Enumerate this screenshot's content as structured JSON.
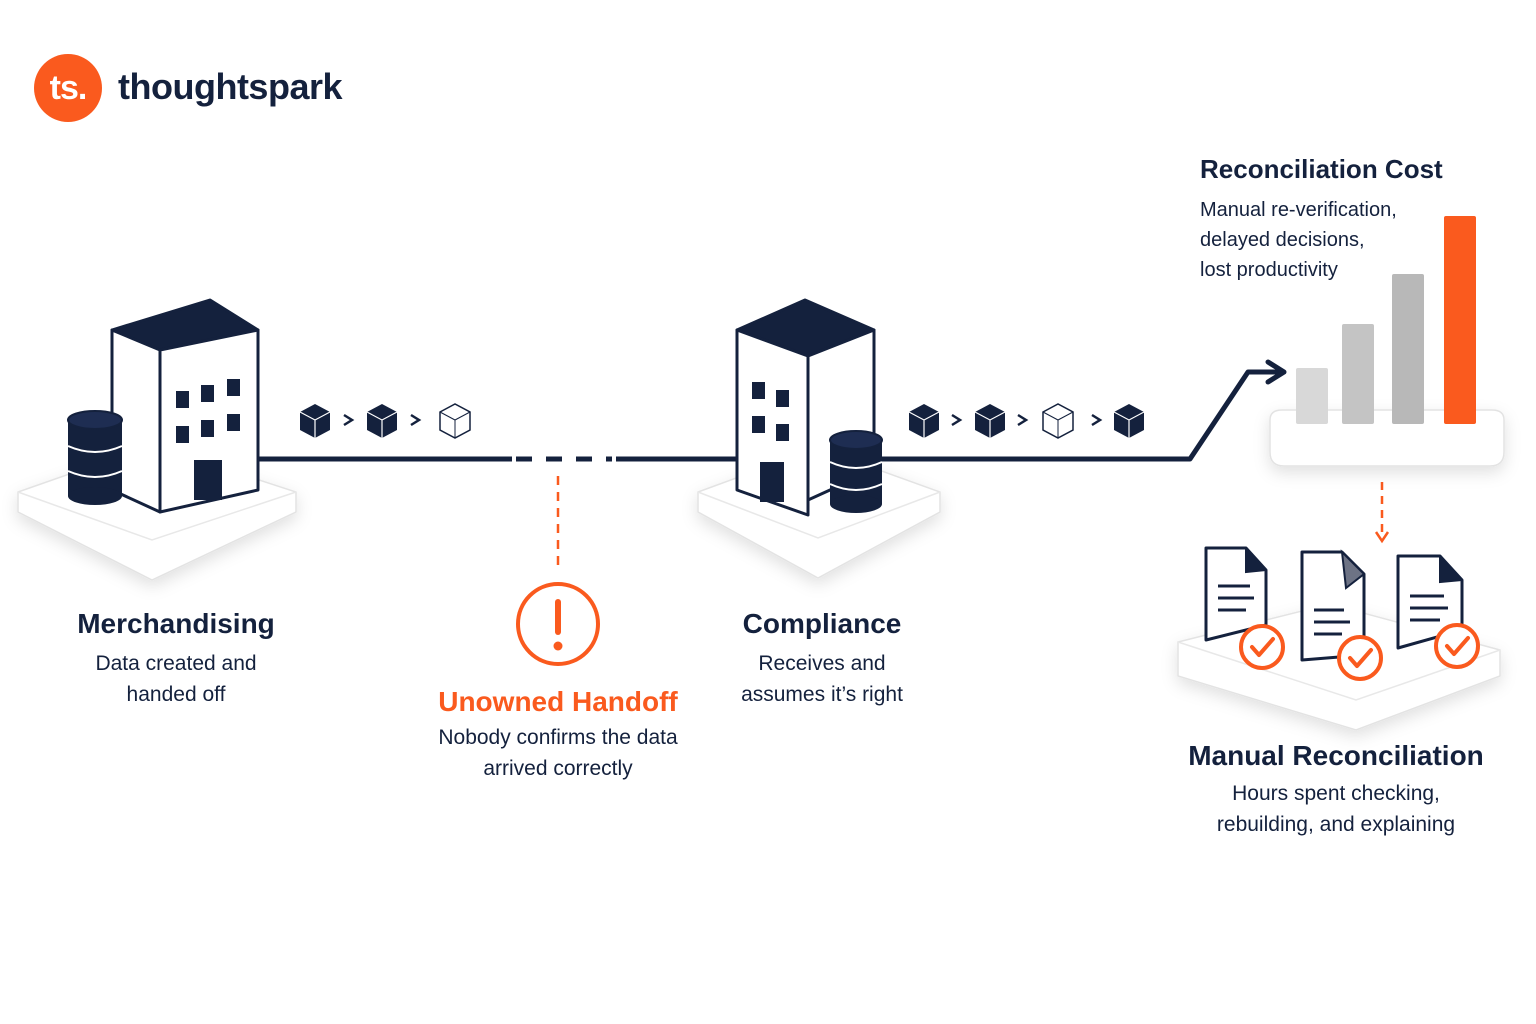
{
  "brand": {
    "badge": "ts.",
    "name": "thoughtspark",
    "color": "#fa5a1e"
  },
  "colors": {
    "navy": "#14213d",
    "orange": "#fa5a1e",
    "gray": "#c8c8c8"
  },
  "steps": {
    "merchandising": {
      "title": "Merchandising",
      "lines": [
        "Data created and",
        "handed off"
      ],
      "icons": [
        "building-icon",
        "database-icon"
      ]
    },
    "handoff": {
      "title": "Unowned Handoff",
      "lines": [
        "Nobody confirms the data",
        "arrived correctly"
      ],
      "icon": "warning-icon"
    },
    "compliance": {
      "title": "Compliance",
      "lines": [
        "Receives and",
        "assumes it’s right"
      ],
      "icons": [
        "building-icon",
        "database-icon"
      ]
    },
    "cost": {
      "title": "Reconciliation Cost",
      "lines": [
        "Manual re-verification,",
        "delayed decisions,",
        "lost productivity"
      ],
      "bar_levels": [
        0.27,
        0.48,
        0.72,
        1.0
      ],
      "icon": "bar-chart-icon"
    },
    "manual": {
      "title": "Manual Reconciliation",
      "lines": [
        "Hours spent checking,",
        "rebuilding, and explaining"
      ],
      "documents": 3,
      "icons": [
        "document-icon",
        "check-icon"
      ]
    }
  }
}
